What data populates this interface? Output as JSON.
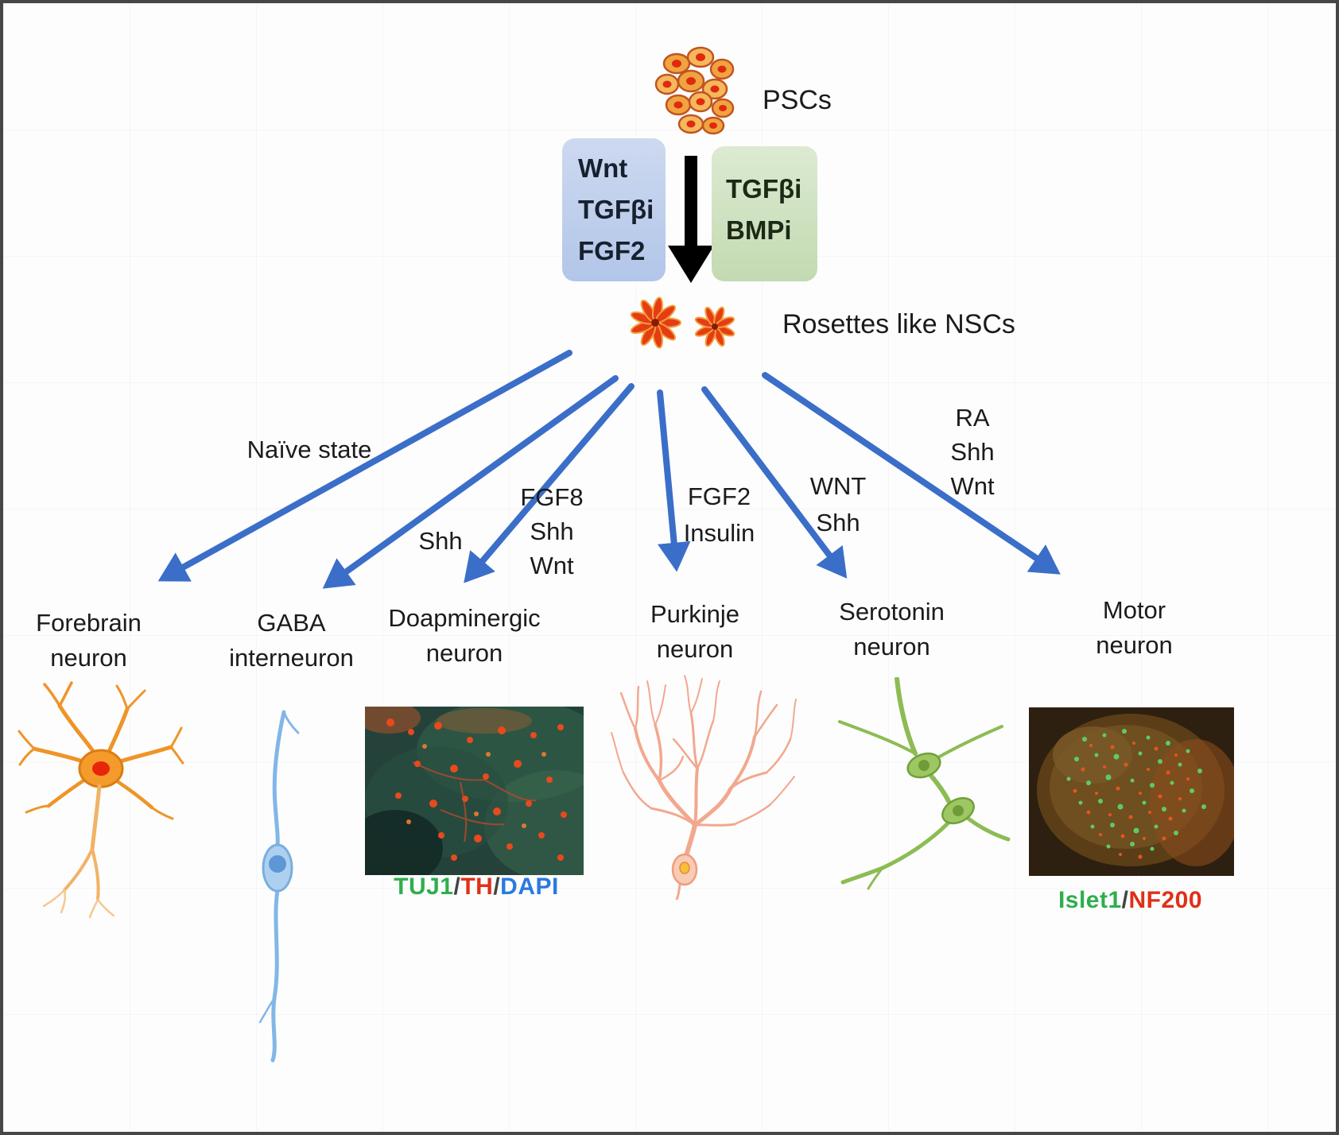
{
  "top": {
    "psc_label": "PSCs",
    "left_box_lines": [
      "Wnt",
      "TGFβi",
      "FGF2"
    ],
    "right_box_lines": [
      "TGFβi",
      "BMPi"
    ],
    "rosettes_label": "Rosettes like NSCs"
  },
  "pathways": [
    {
      "factors": [
        "Naïve state"
      ],
      "name": [
        "Forebrain",
        "neuron"
      ]
    },
    {
      "factors": [
        "Shh"
      ],
      "name": [
        "GABA",
        "interneuron"
      ]
    },
    {
      "factors": [
        "FGF8",
        "Shh",
        "Wnt"
      ],
      "name": [
        "Doapminergic",
        "neuron"
      ]
    },
    {
      "factors": [
        "FGF2",
        "Insulin"
      ],
      "name": [
        "Purkinje",
        "neuron"
      ]
    },
    {
      "factors": [
        "WNT",
        "Shh"
      ],
      "name": [
        "Serotonin",
        "neuron"
      ]
    },
    {
      "factors": [
        "RA",
        "Shh",
        "Wnt"
      ],
      "name": [
        "Motor",
        "neuron"
      ]
    }
  ],
  "captions": {
    "dopaminergic": [
      {
        "text": "TUJ1",
        "color": "#2fae4d"
      },
      {
        "text": "/",
        "color": "#444444"
      },
      {
        "text": "TH",
        "color": "#e03018"
      },
      {
        "text": "/",
        "color": "#444444"
      },
      {
        "text": "DAPI",
        "color": "#2a7ae0"
      }
    ],
    "motor": [
      {
        "text": "Islet1",
        "color": "#2fae4d"
      },
      {
        "text": "/",
        "color": "#444444"
      },
      {
        "text": "NF200",
        "color": "#e03018"
      }
    ]
  },
  "colors": {
    "arrow_blue": "#3b6ec8",
    "black_arrow": "#000000",
    "left_box_bg": "#bcd0ee",
    "right_box_bg": "#cde0bf",
    "psc_cell": "#f0a440",
    "rosette_red": "#e63c14"
  }
}
